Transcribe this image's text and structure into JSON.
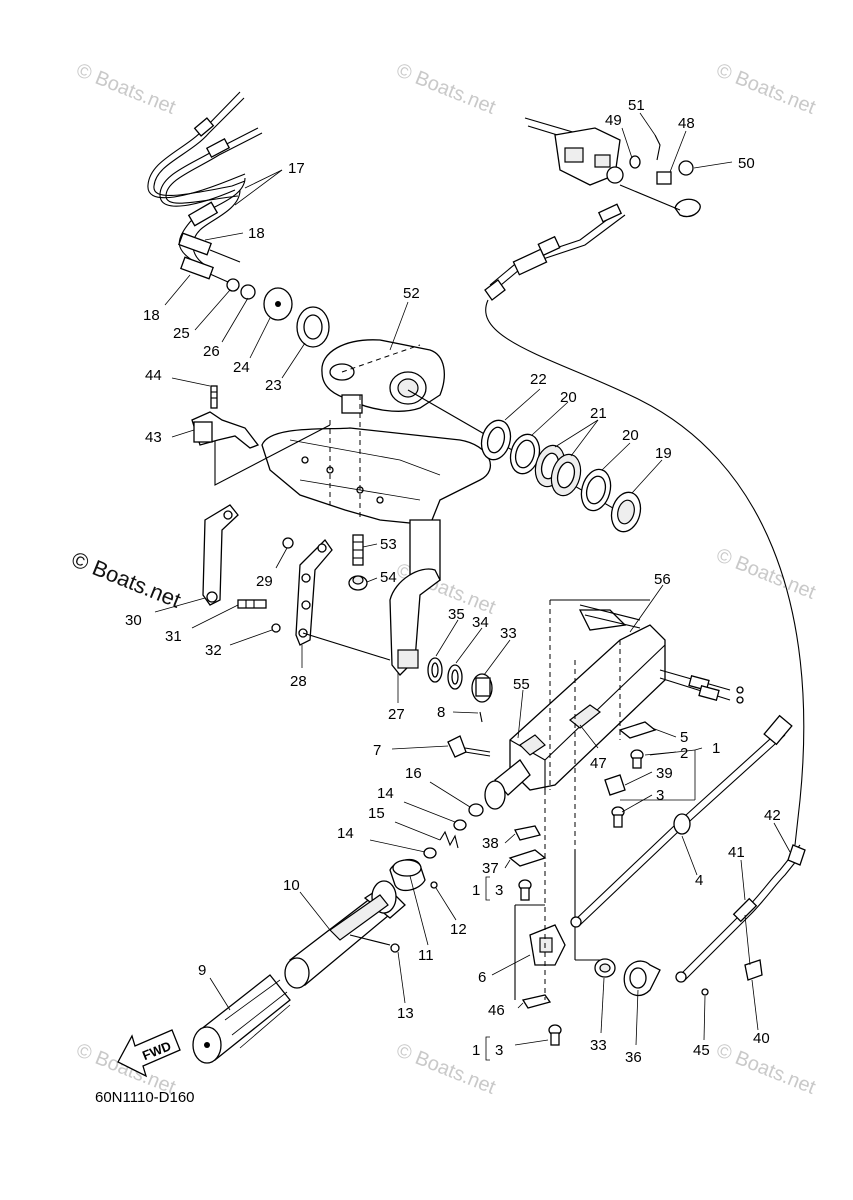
{
  "diagram": {
    "drawing_code": "60N1110-D160",
    "fwd_label": "FWD",
    "watermark_text": "© Boats.net",
    "colors": {
      "line": "#000000",
      "watermark": "#c9c9c9",
      "background": "#ffffff"
    },
    "callouts": [
      "51",
      "49",
      "48",
      "50",
      "17",
      "18",
      "18",
      "25",
      "26",
      "24",
      "23",
      "52",
      "44",
      "43",
      "22",
      "20",
      "21",
      "20",
      "19",
      "53",
      "54",
      "29",
      "30",
      "31",
      "32",
      "28",
      "27",
      "35",
      "34",
      "33",
      "55",
      "56",
      "8",
      "7",
      "5",
      "2",
      "1",
      "47",
      "39",
      "3",
      "16",
      "14",
      "15",
      "14",
      "38",
      "37",
      "1",
      "3",
      "10",
      "11",
      "12",
      "13",
      "9",
      "6",
      "46",
      "1",
      "3",
      "33",
      "36",
      "4",
      "42",
      "41",
      "45",
      "40"
    ]
  }
}
